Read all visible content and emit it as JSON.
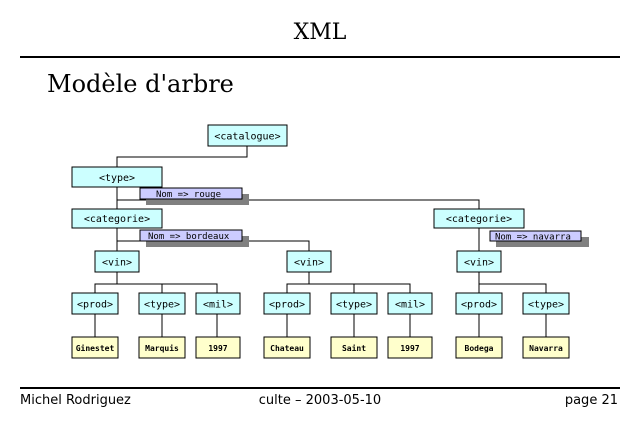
{
  "header": {
    "title": "XML"
  },
  "heading": "Modèle d'arbre",
  "footer": {
    "author": "Michel Rodriguez",
    "center": "culte – 2003-05-10",
    "page": "page 21"
  },
  "tree": {
    "catalogue": "<catalogue>",
    "type_root": "<type>",
    "attr_rouge": "Nom => rouge",
    "categorie_1": "<categorie>",
    "attr_bordeaux": "Nom => bordeaux",
    "categorie_2": "<categorie>",
    "attr_navarra": "Nom => navarra",
    "vin_1": "<vin>",
    "vin_2": "<vin>",
    "vin_3": "<vin>",
    "prod_1": "<prod>",
    "type_1": "<type>",
    "mil_1": "<mil>",
    "prod_2": "<prod>",
    "type_2": "<type>",
    "mil_2": "<mil>",
    "prod_3": "<prod>",
    "type_3": "<type>",
    "val_ginestet": "Ginestet",
    "val_marquis": "Marquis",
    "val_1997_a": "1997",
    "val_chateau": "Chateau",
    "val_saint": "Saint",
    "val_1997_b": "1997",
    "val_bodega": "Bodega",
    "val_navarra": "Navarra"
  },
  "colors": {
    "element_fill": "#ccffff",
    "attr_fill": "#ccccff",
    "text_fill": "#ffffcc",
    "shadow": "#808080"
  }
}
